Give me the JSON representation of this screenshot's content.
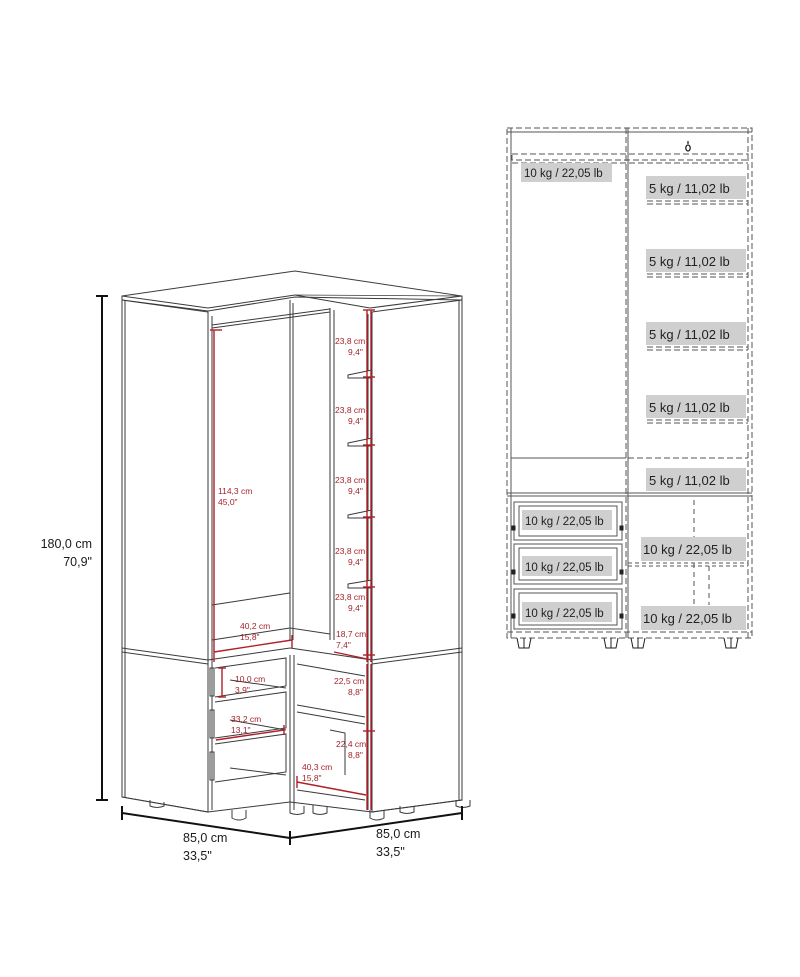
{
  "colors": {
    "outline": "#3a3a3a",
    "measure_red": "#b0202a",
    "dimension_black": "#111111",
    "load_label_bg": "#cfcfcf"
  },
  "overall_dimensions": {
    "height": {
      "cm": "180,0 cm",
      "in": "70,9\""
    },
    "width_left": {
      "cm": "85,0 cm",
      "in": "33,5\""
    },
    "width_right": {
      "cm": "85,0 cm",
      "in": "33,5\""
    }
  },
  "interior_measurements": {
    "hanging_height": {
      "cm": "114,3 cm",
      "in": "45,0\""
    },
    "hanging_width": {
      "cm": "40,2 cm",
      "in": "15,8\""
    },
    "shelf_gaps": [
      {
        "cm": "23,8 cm",
        "in": "9,4\""
      },
      {
        "cm": "23,8 cm",
        "in": "9,4\""
      },
      {
        "cm": "23,8 cm",
        "in": "9,4\""
      },
      {
        "cm": "23,8 cm",
        "in": "9,4\""
      },
      {
        "cm": "23,8 cm",
        "in": "9,4\""
      },
      {
        "cm": "18,7 cm",
        "in": "7,4\""
      }
    ],
    "drawer_height": {
      "cm": "10,0 cm",
      "in": "3,9\""
    },
    "drawer_depth": {
      "cm": "33,2 cm",
      "in": "13,1\""
    },
    "lower_shelf_top": {
      "cm": "22,5 cm",
      "in": "8,8\""
    },
    "lower_shelf_bottom": {
      "cm": "22,4 cm",
      "in": "8,8\""
    },
    "lower_shelf_width": {
      "cm": "40,3 cm",
      "in": "15,8\""
    }
  },
  "load_capacities": {
    "hanging_rod": "10 kg / 22,05 lb",
    "shelves": [
      "5 kg / 11,02 lb",
      "5 kg / 11,02 lb",
      "5 kg / 11,02 lb",
      "5 kg / 11,02 lb",
      "5 kg / 11,02 lb"
    ],
    "drawers": [
      "10 kg / 22,05 lb",
      "10 kg / 22,05 lb",
      "10 kg / 22,05 lb"
    ],
    "lower_shelves": [
      "10 kg / 22,05 lb",
      "10 kg / 22,05 lb"
    ]
  }
}
